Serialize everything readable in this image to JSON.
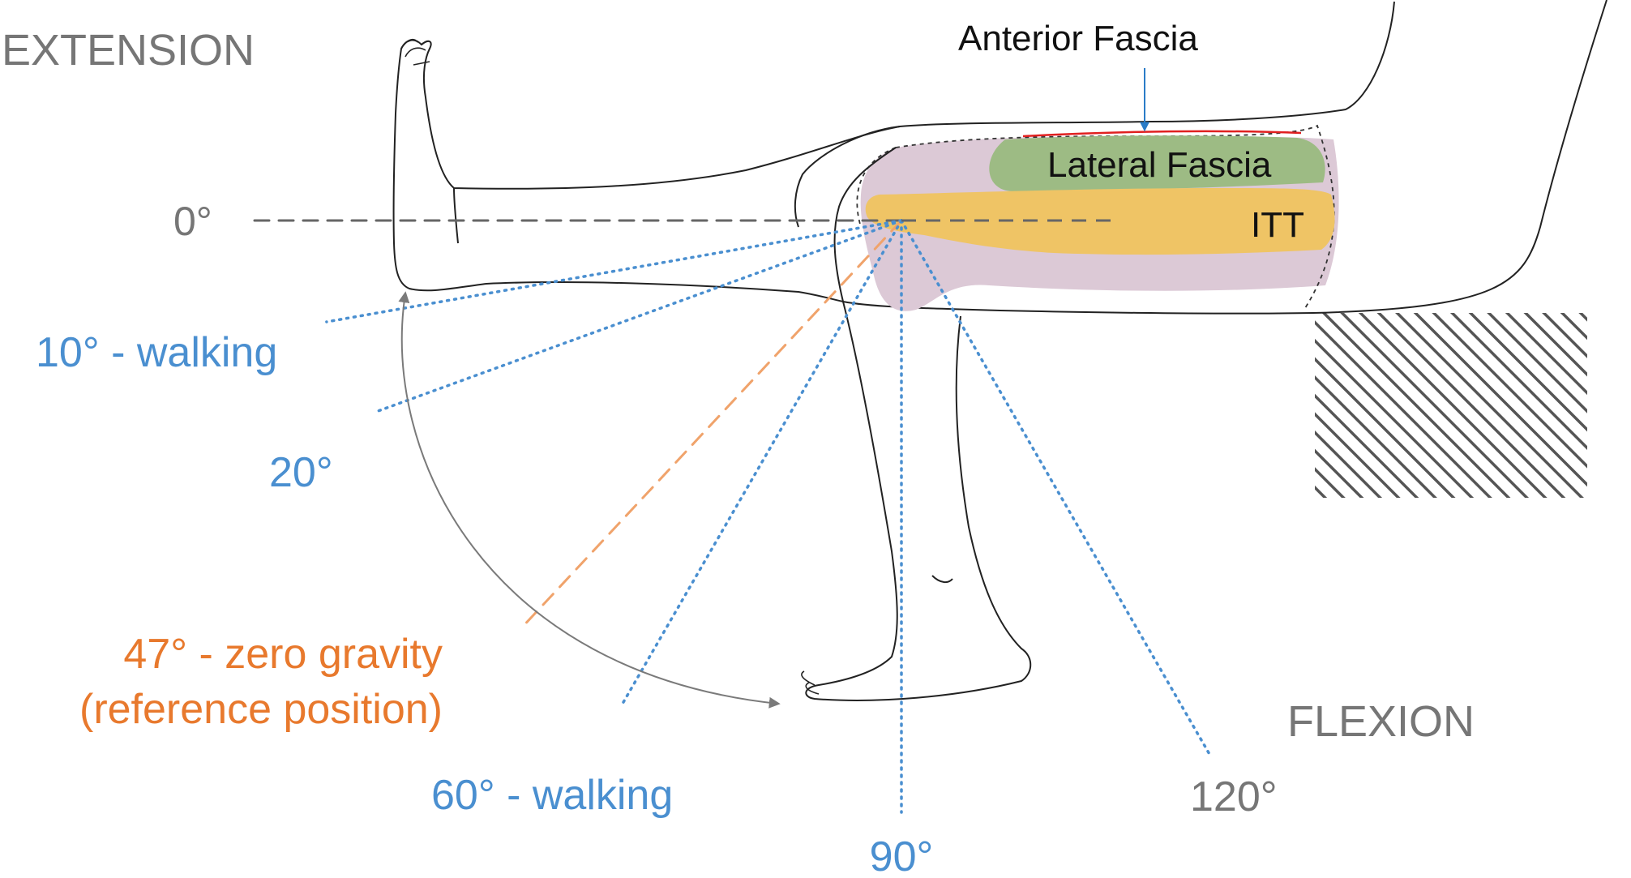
{
  "corner_labels": {
    "extension": "EXTENSION",
    "flexion": "FLEXION"
  },
  "structures": {
    "anterior_fascia": "Anterior Fascia",
    "lateral_fascia": "Lateral Fascia",
    "itt": "ITT"
  },
  "angles": [
    {
      "id": "a0",
      "text": "0°",
      "degrees": 0,
      "style": "dashed",
      "color": "#666666"
    },
    {
      "id": "a10",
      "text": "10° - walking",
      "degrees": 10,
      "style": "dotted",
      "color": "#4a8fd0"
    },
    {
      "id": "a20",
      "text": "20°",
      "degrees": 20,
      "style": "dotted",
      "color": "#4a8fd0"
    },
    {
      "id": "a47",
      "text": "47° - zero gravity",
      "text2": "(reference position)",
      "degrees": 47,
      "style": "dashed",
      "color": "#f0a36b"
    },
    {
      "id": "a60",
      "text": "60° - walking",
      "degrees": 60,
      "style": "dotted",
      "color": "#4a8fd0"
    },
    {
      "id": "a90",
      "text": "90°",
      "degrees": 90,
      "style": "dotted",
      "color": "#4a8fd0"
    },
    {
      "id": "a120",
      "text": "120°",
      "degrees": 120,
      "style": "dotted",
      "color": "#4a8fd0"
    }
  ],
  "colors": {
    "thigh_region": "#dcc9d6",
    "lateral_fascia": "#9dbb84",
    "itt": "#efc465",
    "anterior_fascia_line": "#e02020",
    "anterior_arrow": "#2a7cc7",
    "label_gray": "#767676",
    "label_blue": "#4a8fd0",
    "label_orange": "#e8792d"
  }
}
